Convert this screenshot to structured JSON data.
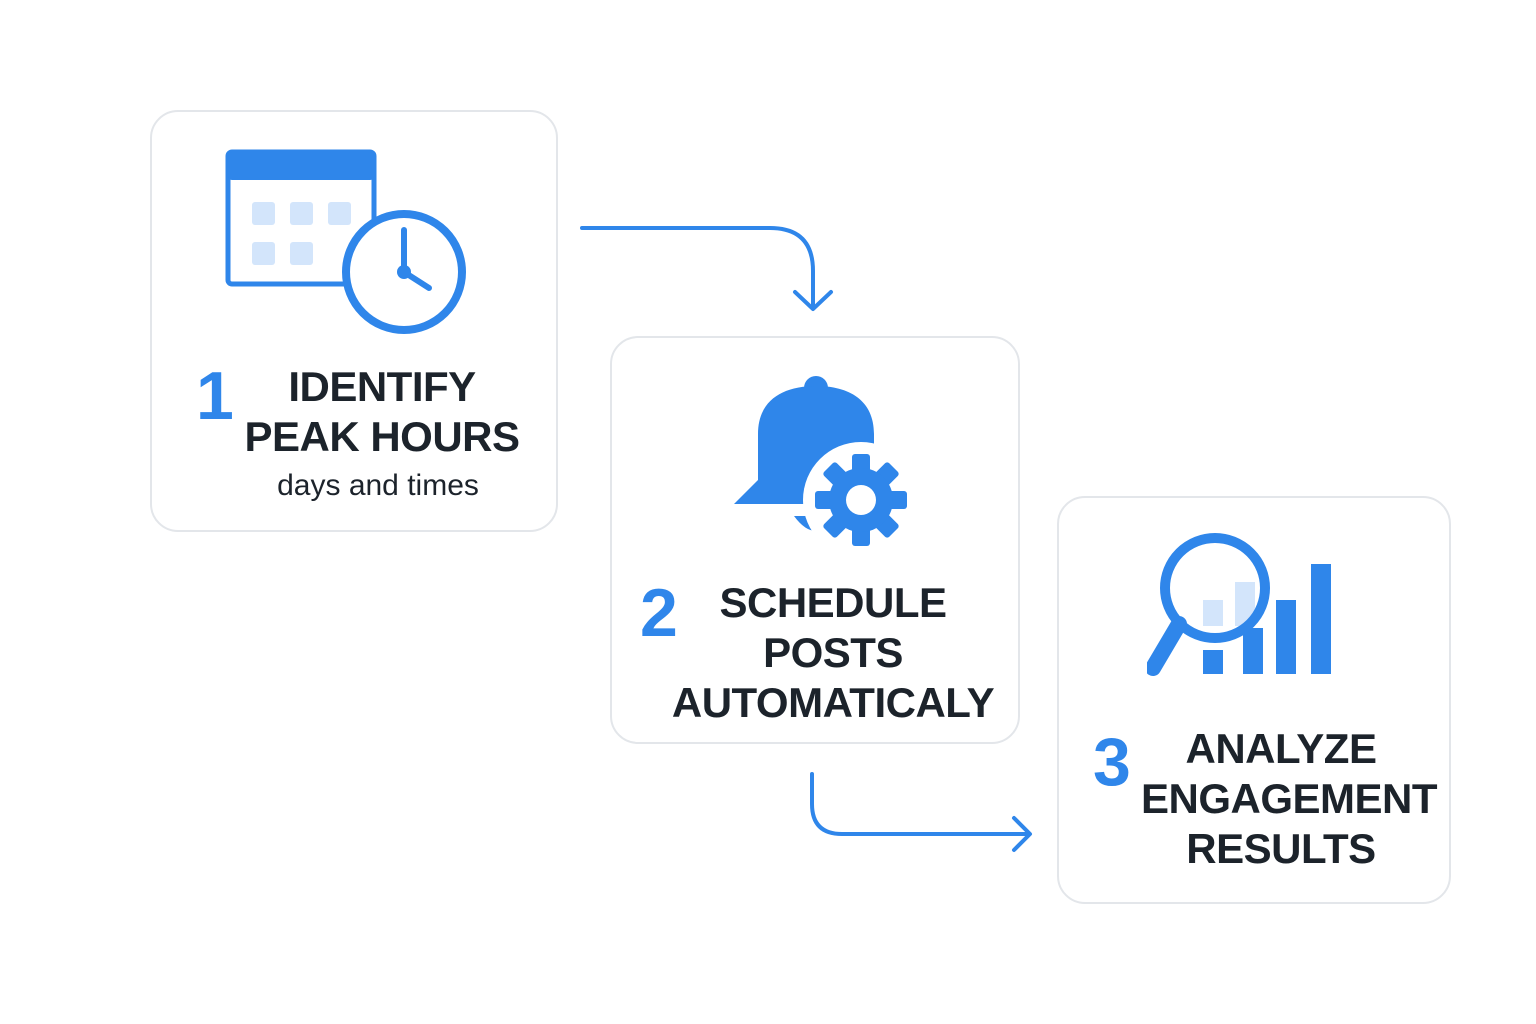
{
  "colors": {
    "accent": "#2f86ea",
    "accent_light": "#d3e5fb",
    "text": "#1c232b",
    "card_border": "#e3e6ea"
  },
  "steps": [
    {
      "number": "1",
      "title_lines": [
        "IDENTIFY",
        "PEAK HOURS"
      ],
      "subtitle": "days and times",
      "icon": "calendar-clock-icon"
    },
    {
      "number": "2",
      "title_lines": [
        "SCHEDULE",
        "POSTS",
        "AUTOMATICALY"
      ],
      "icon": "bell-gear-icon"
    },
    {
      "number": "3",
      "title_lines": [
        "ANALYZE",
        "ENGAGEMENT",
        "RESULTS"
      ],
      "icon": "magnifier-chart-icon"
    }
  ],
  "connectors": [
    {
      "from": "1",
      "to": "2",
      "icon": "curved-arrow-down-icon"
    },
    {
      "from": "2",
      "to": "3",
      "icon": "curved-arrow-right-icon"
    }
  ]
}
